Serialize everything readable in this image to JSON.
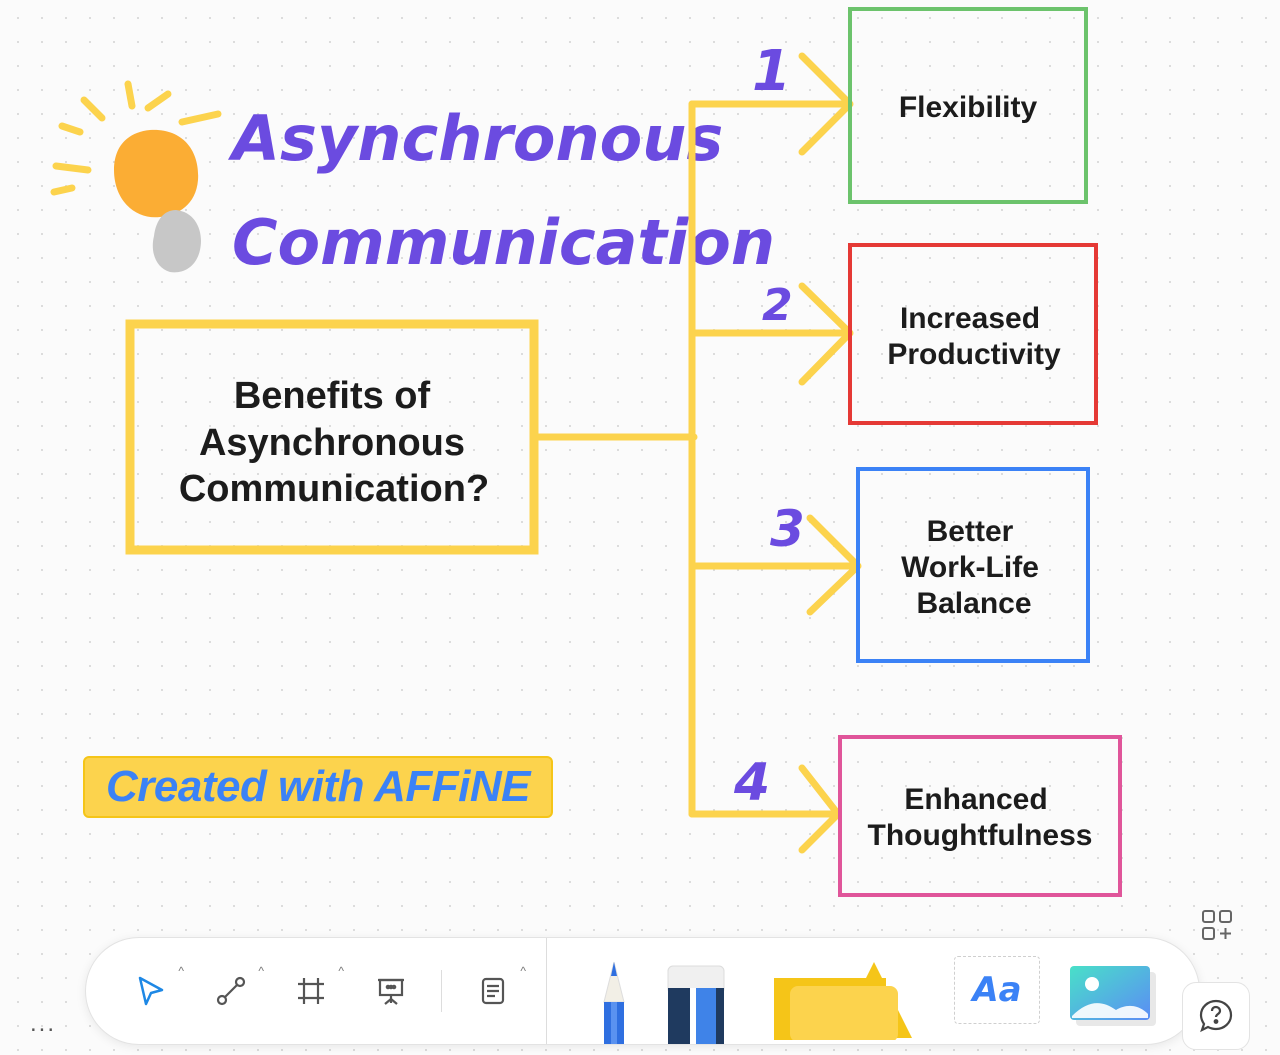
{
  "title": {
    "line1": "Asynchronous",
    "line2": "Communication"
  },
  "main_box": {
    "line1": "Benefits of",
    "line2": "Asynchronous",
    "line3": "Communication?"
  },
  "benefits": [
    {
      "number": "1",
      "lines": [
        "Flexibility"
      ],
      "color": "#6cc36c"
    },
    {
      "number": "2",
      "lines": [
        "Increased",
        "Productivity"
      ],
      "color": "#e53935"
    },
    {
      "number": "3",
      "lines": [
        "Better",
        "Work-Life",
        "Balance"
      ],
      "color": "#3b82f6"
    },
    {
      "number": "4",
      "lines": [
        "Enhanced",
        "Thoughtfulness"
      ],
      "color": "#e0559a"
    }
  ],
  "badge": {
    "text": "Created with AFFiNE"
  },
  "toolbar": {
    "more_label": "...",
    "text_tool_label": "Aa",
    "tools": [
      {
        "name": "select-tool",
        "icon": "pointer-icon"
      },
      {
        "name": "connector-tool",
        "icon": "connector-icon"
      },
      {
        "name": "frame-tool",
        "icon": "frame-icon"
      },
      {
        "name": "present-tool",
        "icon": "presentation-icon"
      },
      {
        "name": "note-tool",
        "icon": "note-icon"
      },
      {
        "name": "pen-tool",
        "icon": "pencil-icon"
      },
      {
        "name": "eraser-tool",
        "icon": "eraser-icon"
      },
      {
        "name": "shape-tool",
        "icon": "shape-icon"
      },
      {
        "name": "text-tool",
        "icon": "text-icon"
      },
      {
        "name": "image-tool",
        "icon": "image-icon"
      }
    ]
  },
  "colors": {
    "accent_purple": "#6b4be0",
    "connector_yellow": "#fcd34d",
    "badge_text_blue": "#3b82f6"
  }
}
